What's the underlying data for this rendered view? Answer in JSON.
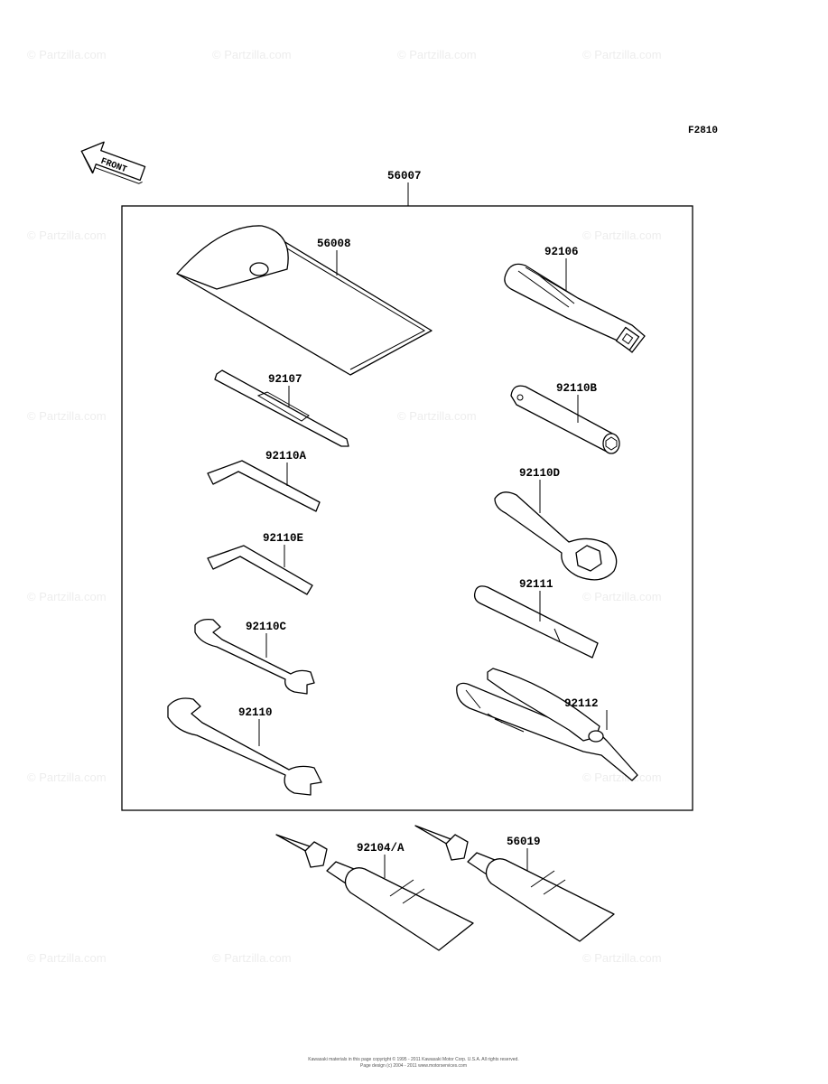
{
  "figure_code": "F2810",
  "direction_label": "FRONT",
  "watermark": "© Partzilla.com",
  "footer": {
    "line1": "Kawasaki materials in this page copyright © 1995 - 2011 Kawasaki Motor Corp. U.S.A. All rights reserved.",
    "line2": "Page design (c) 2004 - 2011 www.motorservices.com"
  },
  "parts": {
    "kit": "56007",
    "case": "56008",
    "handle": "92106",
    "screwdriver": "92107",
    "box_wrench": "92110B",
    "hex_key_a": "92110A",
    "ring_wrench": "92110D",
    "hex_key_e": "92110E",
    "bar": "92111",
    "open_wrench_c": "92110C",
    "pliers": "92112",
    "open_wrench": "92110",
    "tube_a": "92104/A",
    "tube_b": "56019"
  }
}
